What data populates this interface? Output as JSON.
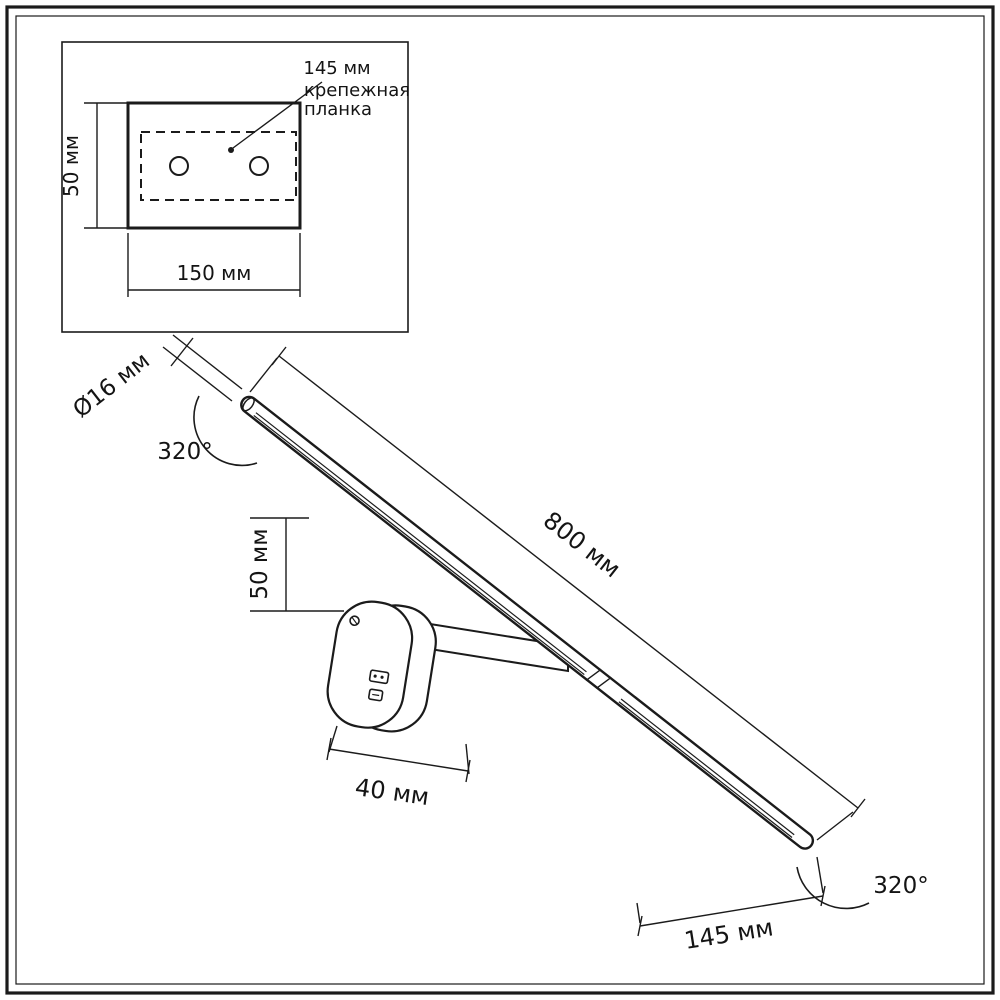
{
  "figure": {
    "kind": "technical drawing of wall picture light",
    "line_color": "#1b1b1b",
    "background": "#ffffff"
  },
  "inset": {
    "offset_label": "145 мм",
    "mount_label_line1": "крепежная",
    "mount_label_line2": "планка",
    "height_label": "50 мм",
    "width_label": "150 мм"
  },
  "main": {
    "diameter_label": "Ø16 мм",
    "top_angle_label": "320°",
    "length_label": "800 мм",
    "height_label": "50 мм",
    "depth_label": "40 мм",
    "bottom_angle_label": "320°",
    "end_offset_label": "145 мм"
  }
}
